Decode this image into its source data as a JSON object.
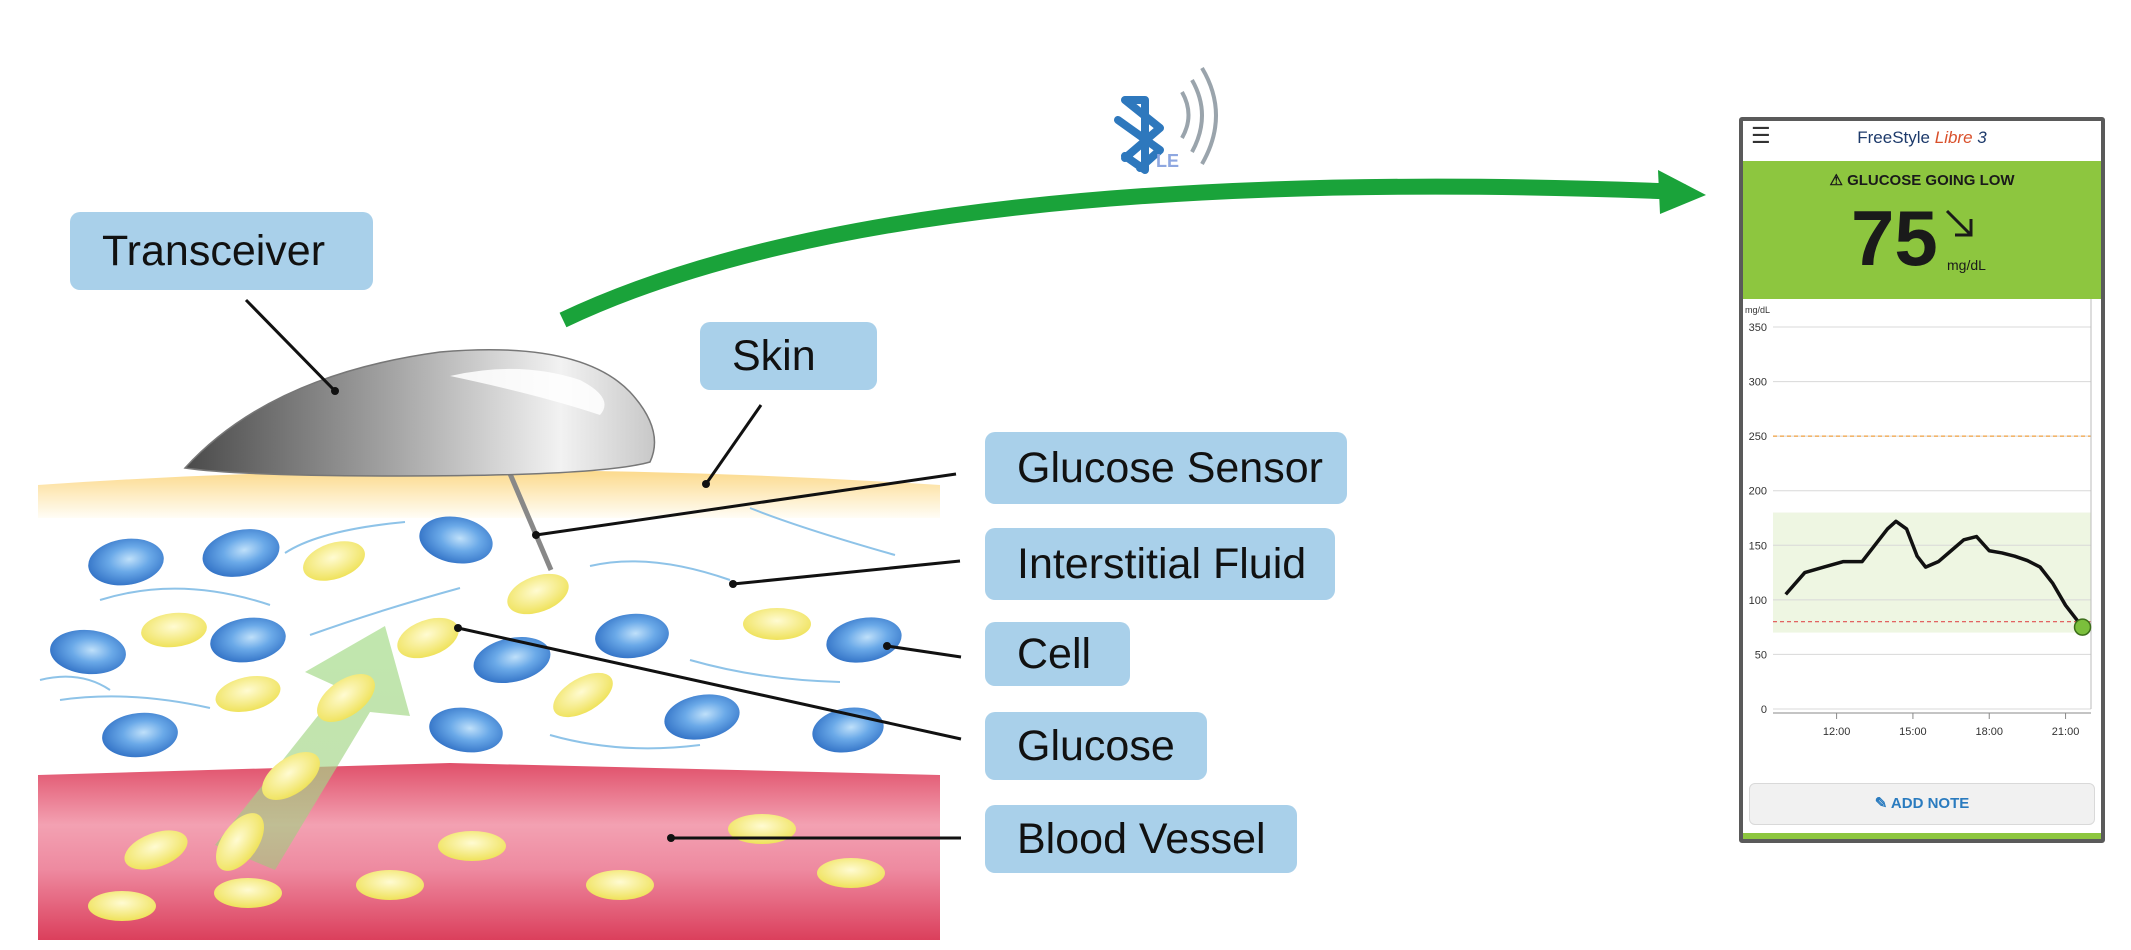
{
  "labels": {
    "transceiver": "Transceiver",
    "skin": "Skin",
    "glucose_sensor": "Glucose Sensor",
    "interstitial_fluid": "Interstitial Fluid",
    "cell": "Cell",
    "glucose": "Glucose",
    "blood_vessel": "Blood Vessel"
  },
  "bluetooth": {
    "icon": "bluetooth-le-icon",
    "sub": "LE"
  },
  "colors": {
    "label_bg": "#a9d0ea",
    "arrow": "#1aa33a",
    "blood": "#e0506a",
    "skin": "#fde8b0",
    "cell": "#3f87d8",
    "glucose": "#f3e873",
    "app_green": "#8dc63f"
  },
  "app": {
    "menu_icon": "hamburger-icon",
    "brand_a": "FreeStyle ",
    "brand_b": "Libre",
    "brand_c": " 3",
    "alert": "GLUCOSE GOING LOW",
    "value": "75",
    "unit": "mg/dL",
    "trend_icon": "arrow-down-right-icon",
    "add_note": "ADD NOTE",
    "add_note_icon": "pencil-icon"
  },
  "chart_data": {
    "type": "line",
    "title": "",
    "ylabel": "mg/dL",
    "xlabel": "",
    "ylim": [
      0,
      350
    ],
    "yticks": [
      0,
      50,
      100,
      150,
      200,
      250,
      300,
      350
    ],
    "xticks": [
      "12:00",
      "15:00",
      "18:00",
      "21:00"
    ],
    "grid": true,
    "target_range": [
      70,
      180
    ],
    "high_threshold": 250,
    "low_threshold": 80,
    "series": [
      {
        "x": [
          "10:00",
          "10:45",
          "11:30",
          "12:15",
          "13:00",
          "13:30",
          "14:00",
          "14:20",
          "14:45",
          "15:10",
          "15:30",
          "16:00",
          "16:30",
          "17:00",
          "17:30",
          "18:00",
          "18:30",
          "19:00",
          "19:30",
          "20:00",
          "20:30",
          "21:00",
          "21:40"
        ],
        "values": [
          105,
          125,
          130,
          135,
          135,
          150,
          165,
          172,
          165,
          140,
          130,
          135,
          145,
          155,
          158,
          145,
          143,
          140,
          136,
          130,
          115,
          95,
          75
        ]
      }
    ]
  }
}
